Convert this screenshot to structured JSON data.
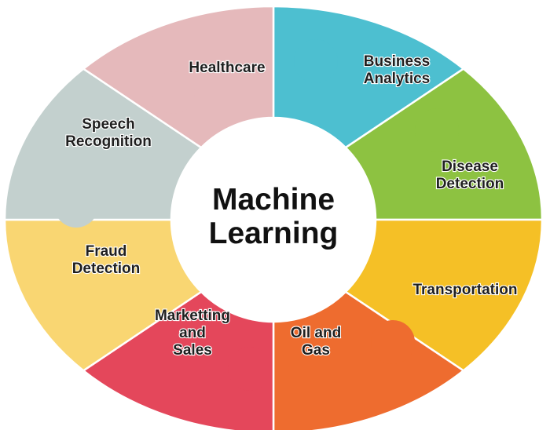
{
  "center": {
    "title_line1": "Machine",
    "title_line2": "Learning"
  },
  "segments": [
    {
      "id": "healthcare",
      "label_lines": [
        "Healthcare"
      ],
      "color": "#4dbfd0",
      "tab_color": "#4dbfd0"
    },
    {
      "id": "business-analytics",
      "label_lines": [
        "Business",
        "Analytics"
      ],
      "color": "#8dc241",
      "tab_color": "#8dc241"
    },
    {
      "id": "disease-detection",
      "label_lines": [
        "Disease",
        "Detection"
      ],
      "color": "#f5c026",
      "tab_color": "#f5c026"
    },
    {
      "id": "transportation",
      "label_lines": [
        "Transportation"
      ],
      "color": "#ee6c2f",
      "tab_color": "#ee6c2f"
    },
    {
      "id": "oil-and-gas",
      "label_lines": [
        "Oil and",
        "Gas"
      ],
      "color": "#e4475b",
      "tab_color": "#e4475b"
    },
    {
      "id": "marketting-and-sales",
      "label_lines": [
        "Marketting",
        "and",
        "Sales"
      ],
      "color": "#f9d672",
      "tab_color": "#f9d672"
    },
    {
      "id": "fraud-detection",
      "label_lines": [
        "Fraud",
        "Detection"
      ],
      "color": "#c3d0ce",
      "tab_color": "#c3d0ce"
    },
    {
      "id": "speech-recognition",
      "label_lines": [
        "Speech",
        "Recognition"
      ],
      "color": "#e5b9bb",
      "tab_color": "#e5b9bb"
    }
  ]
}
